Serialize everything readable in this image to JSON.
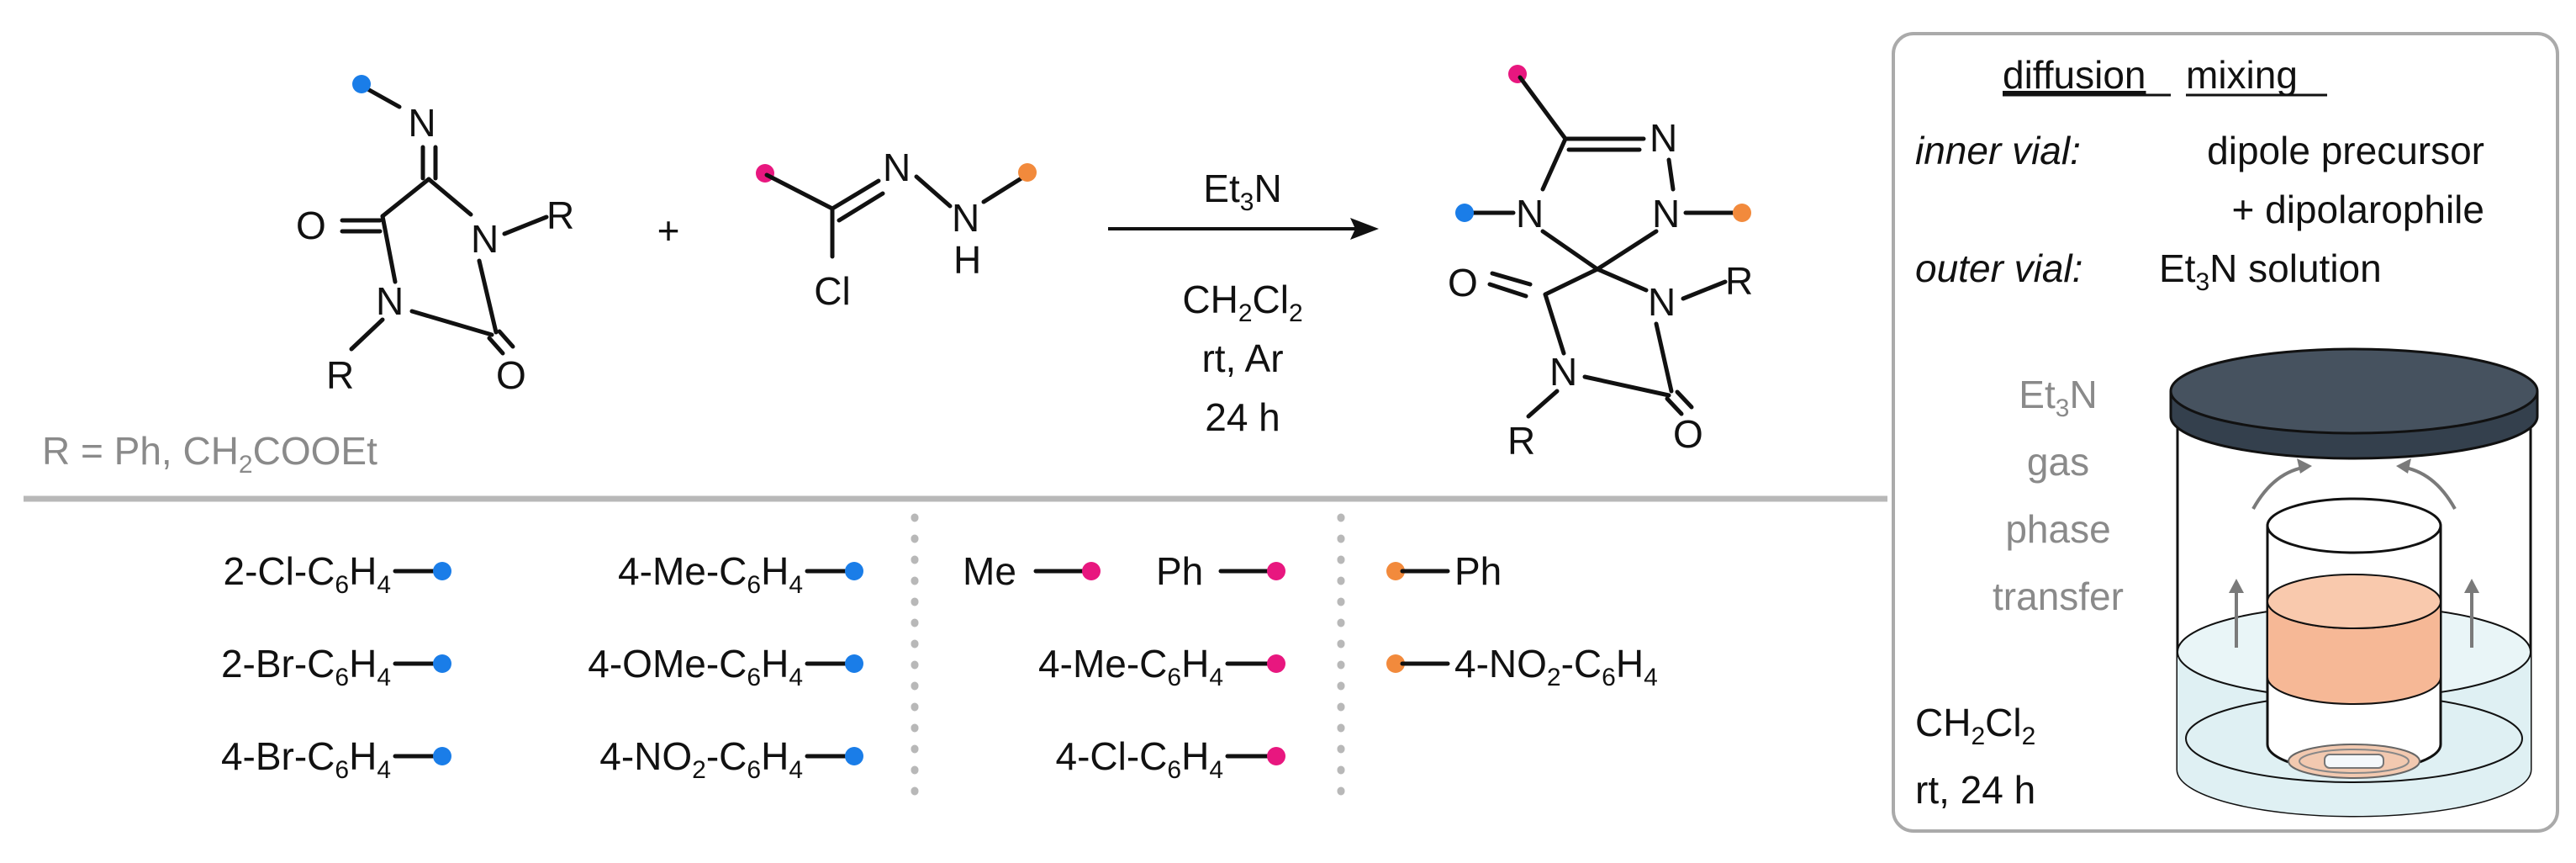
{
  "colors": {
    "blue_substituent": "#1a7de8",
    "pink_substituent": "#e8177f",
    "orange_substituent": "#f28a3c",
    "gray_text": "#8a8a8a",
    "divider": "#b8b8b8",
    "panel_border": "#aaaaaa",
    "lid": "#34404d",
    "solvent_inner": "#f6b896",
    "solvent_outer": "#dff0f3"
  },
  "reactant1": {
    "atoms": {
      "imine_n": "N",
      "o_left": "O",
      "n_right": "N",
      "r_right": "R",
      "n_bottom": "N",
      "r_bottom": "R",
      "o_bottom": "O"
    }
  },
  "plus": "+",
  "reactant2": {
    "atoms": {
      "n_imine": "N",
      "n_h": "N",
      "h": "H",
      "cl": "Cl"
    }
  },
  "conditions": {
    "reagent_main": "Et",
    "reagent_sub": "3",
    "reagent_tail": "N",
    "solvent_main": "CH",
    "solvent_sub1": "2",
    "solvent_mid": "Cl",
    "solvent_sub2": "2",
    "atmosphere": "rt, Ar",
    "time": "24 h"
  },
  "product": {
    "atoms": {
      "n_top": "N",
      "n_left": "N",
      "n_right": "N",
      "o_left": "O",
      "n_mid": "N",
      "r_right": "R",
      "n_bottom": "N",
      "r_bottom": "R",
      "o_bottom": "O"
    }
  },
  "r_definition": {
    "prefix": "R = Ph, CH",
    "sub": "2",
    "suffix": "COOEt"
  },
  "substituents": {
    "blue_col1": [
      {
        "main": "2-Cl-C",
        "sub1": "6",
        "mid": "H",
        "sub2": "4"
      },
      {
        "main": "2-Br-C",
        "sub1": "6",
        "mid": "H",
        "sub2": "4"
      },
      {
        "main": "4-Br-C",
        "sub1": "6",
        "mid": "H",
        "sub2": "4"
      }
    ],
    "blue_col2": [
      {
        "main": "4-Me-C",
        "sub1": "6",
        "mid": "H",
        "sub2": "4"
      },
      {
        "main": "4-OMe-C",
        "sub1": "6",
        "mid": "H",
        "sub2": "4"
      },
      {
        "main": "4-NO",
        "sub0": "2",
        "pre": "-C",
        "sub1": "6",
        "mid": "H",
        "sub2": "4"
      }
    ],
    "pink": [
      {
        "label": "Me"
      },
      {
        "label": "Ph"
      },
      {
        "main": "4-Me-C",
        "sub1": "6",
        "mid": "H",
        "sub2": "4"
      },
      {
        "main": "4-Cl-C",
        "sub1": "6",
        "mid": "H",
        "sub2": "4"
      }
    ],
    "orange": [
      {
        "label": "Ph"
      },
      {
        "main": "4-NO",
        "sub0": "2",
        "pre": "-C",
        "sub1": "6",
        "mid": "H",
        "sub2": "4"
      }
    ]
  },
  "panel": {
    "heading_word1": "diffusion",
    "heading_word2": "mixing",
    "inner_label": "inner vial:",
    "inner_line1": "dipole precursor",
    "inner_line2": "+ dipolarophile",
    "outer_label": "outer vial:",
    "outer_main": "Et",
    "outer_sub": "3",
    "outer_tail": "N solution",
    "transfer": {
      "et_main": "Et",
      "et_sub": "3",
      "et_tail": "N",
      "line2": "gas",
      "line3": "phase",
      "line4": "transfer"
    },
    "conditions_solvent": {
      "main": "CH",
      "sub1": "2",
      "mid": "Cl",
      "sub2": "2"
    },
    "conditions_time": "rt, 24 h"
  }
}
